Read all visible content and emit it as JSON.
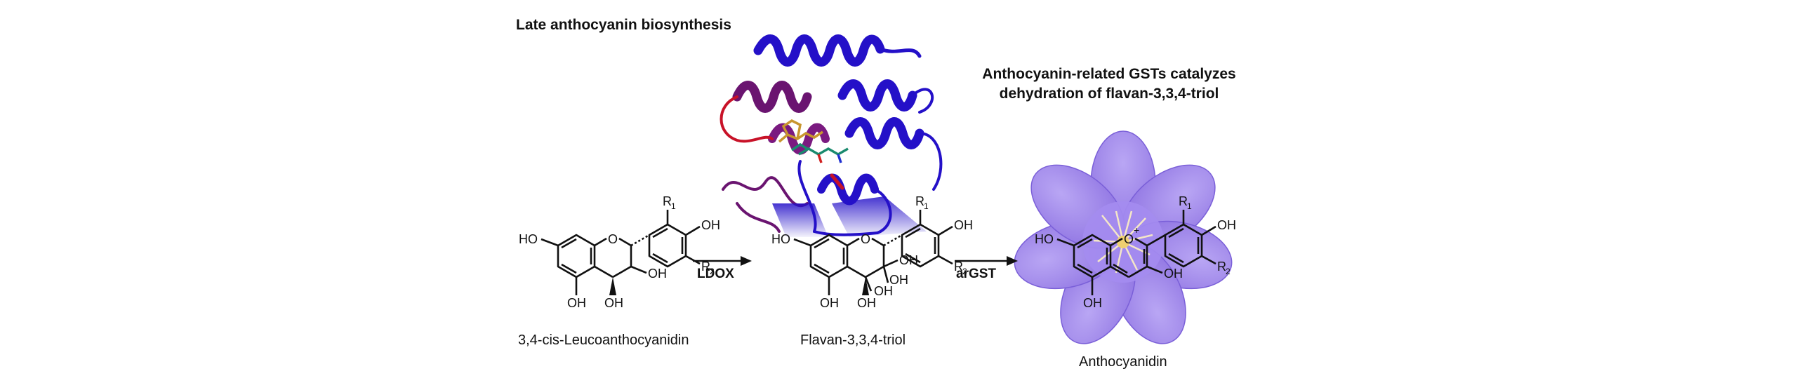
{
  "title": "Late anthocyanin biosynthesis",
  "annotation": {
    "line1": "Anthocyanin-related GSTs catalyzes",
    "line2": "dehydration of flavan-3,3,4-triol"
  },
  "enzymes": {
    "step1": "LDOX",
    "step2": "arGST"
  },
  "compounds": {
    "c1": {
      "name": "3,4-cis-Leucoanthocyanidin",
      "labels": {
        "ho7": "HO",
        "oh5": "OH",
        "oh4": "OH",
        "oh3": "OH",
        "oh4p": "OH",
        "r1": "R",
        "r1sub": "1",
        "r2": "R",
        "r2sub": "2",
        "o1": "O"
      }
    },
    "c2": {
      "name": "Flavan-3,3,4-triol",
      "labels": {
        "ho7": "HO",
        "oh5": "OH",
        "oh4": "OH",
        "oh4b": "OH",
        "oh3a": "OH",
        "oh3b": "OH",
        "oh4p": "OH",
        "r1": "R",
        "r1sub": "1",
        "r2": "R",
        "r2sub": "2",
        "o1": "O"
      }
    },
    "c3": {
      "name": "Anthocyanidin",
      "labels": {
        "ho7": "HO",
        "oh5": "OH",
        "oh3": "OH",
        "oh4p": "OH",
        "r1": "R",
        "r1sub": "1",
        "r2": "R",
        "r2sub": "2",
        "o1": "O",
        "plus": "+"
      }
    }
  },
  "colors": {
    "protein_blue": "#2410c8",
    "protein_purple": "#6a1470",
    "protein_red": "#c81228",
    "ligand_orange": "#c8962e",
    "ligand_green": "#1a8a6e",
    "flower_petal": "#9c82ec",
    "flower_dark": "#7a5fd8",
    "stamen": "#f0d070"
  },
  "icons": {
    "protein": "gst-protein-ribbon-icon",
    "flower": "hepatica-flower-icon"
  }
}
